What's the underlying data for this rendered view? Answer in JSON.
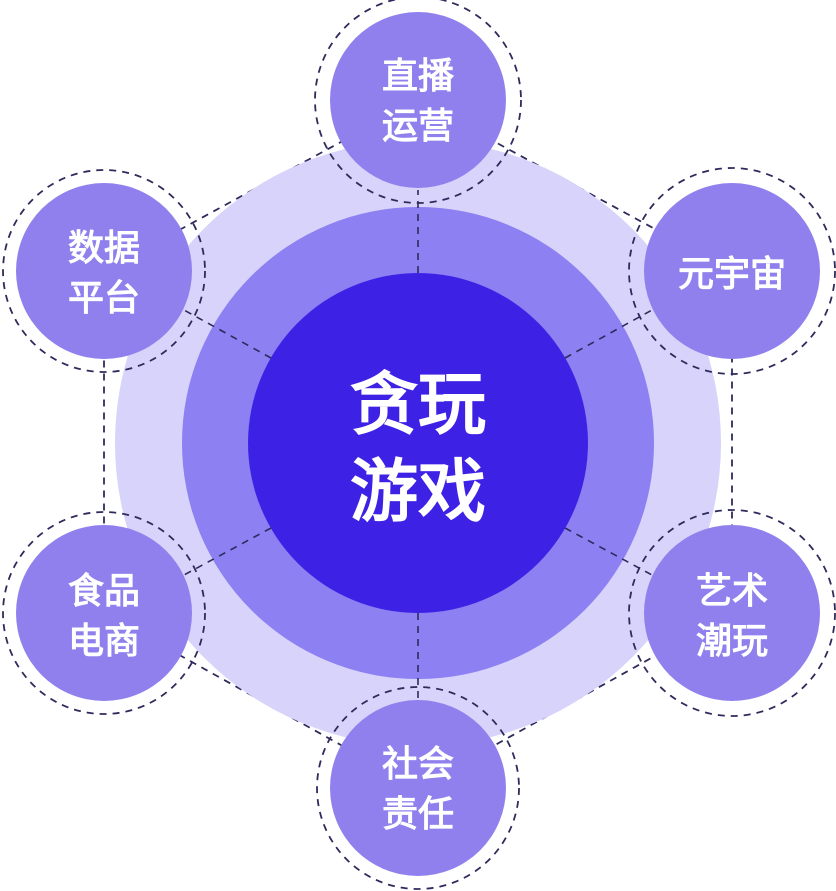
{
  "center": {
    "line1": "贪玩",
    "line2": "游戏"
  },
  "nodes": [
    {
      "id": "live",
      "line1": "直播",
      "line2": "运营"
    },
    {
      "id": "metaverse",
      "line1": "元宇宙",
      "line2": ""
    },
    {
      "id": "art",
      "line1": "艺术",
      "line2": "潮玩"
    },
    {
      "id": "social",
      "line1": "社会",
      "line2": "责任"
    },
    {
      "id": "food",
      "line1": "食品",
      "line2": "电商"
    },
    {
      "id": "data",
      "line1": "数据",
      "line2": "平台"
    }
  ],
  "colors": {
    "ring_outer": "#D7D3FA",
    "ring_middle": "#8C80F2",
    "core": "#3D22E6",
    "node_fill": "#8F80EE",
    "dashed_stroke": "#2E2B5C",
    "text": "#FFFFFF"
  }
}
